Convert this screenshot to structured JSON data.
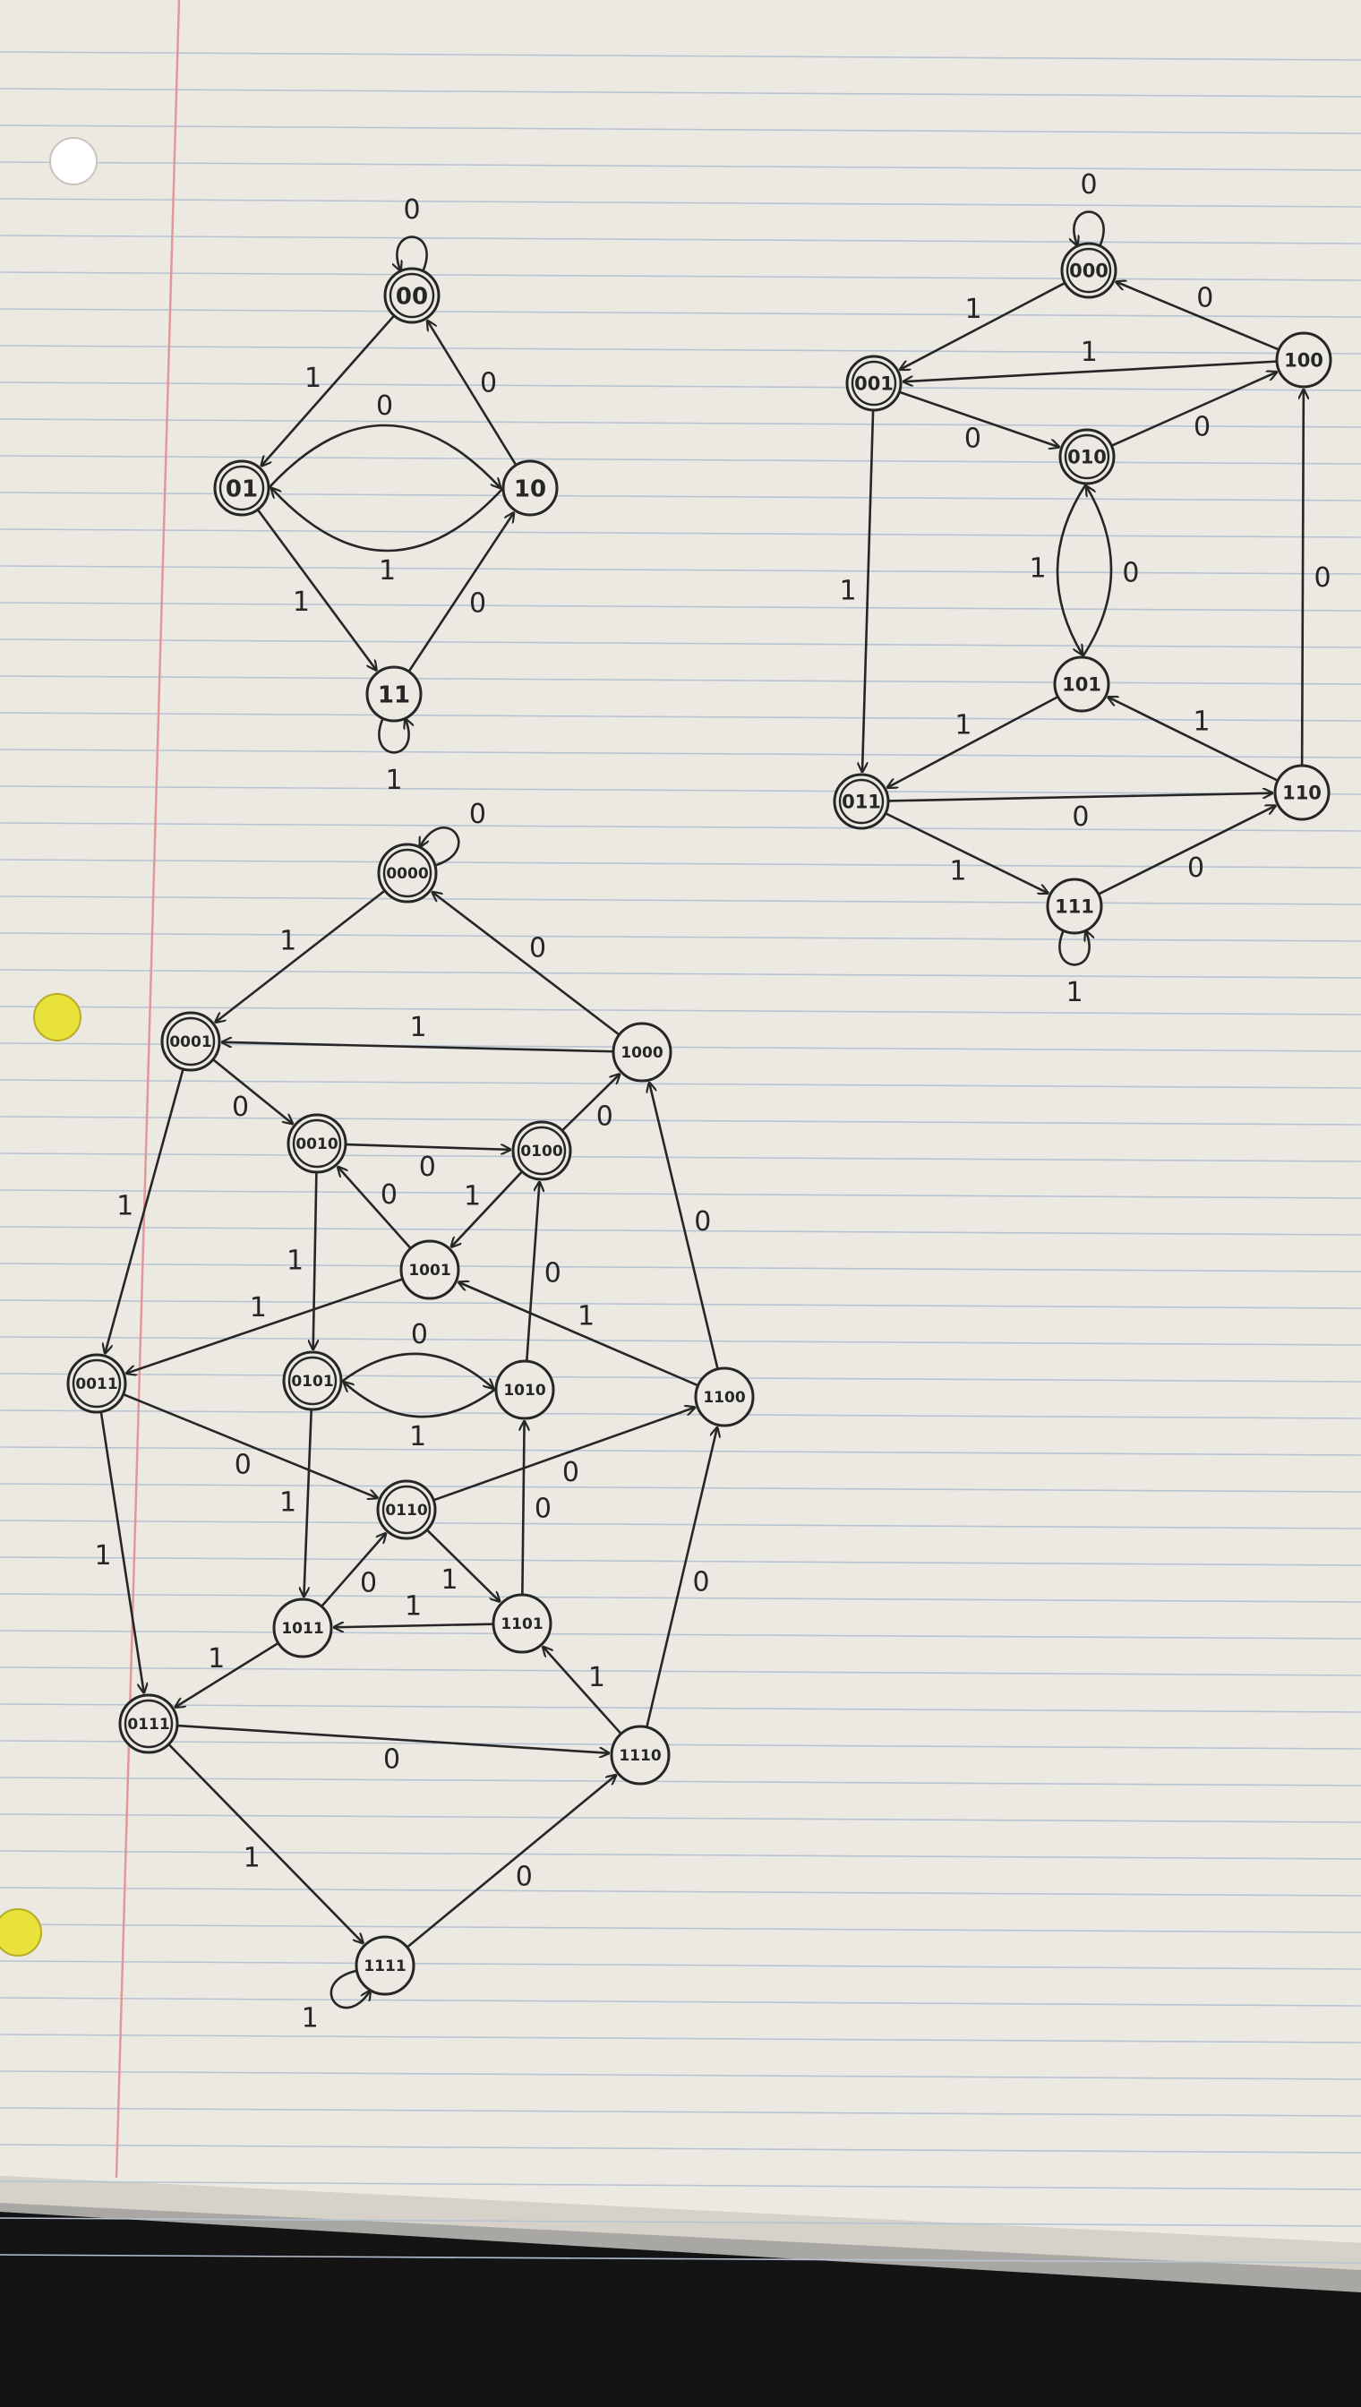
{
  "colors": {
    "paper": "#ece9e2",
    "rule_line": "#b7c3d3",
    "margin_line": "#e3979b",
    "ink": "#262626",
    "desk": "#a9a7a3",
    "shadow": "#141414"
  },
  "diagrams": [
    {
      "nodes": [
        {
          "id": "00",
          "label": "00",
          "accept": true
        },
        {
          "id": "01",
          "label": "01",
          "accept": true
        },
        {
          "id": "10",
          "label": "10",
          "accept": false
        },
        {
          "id": "11",
          "label": "11",
          "accept": false
        }
      ],
      "edges": [
        {
          "from": "00",
          "to": "00",
          "label": "0"
        },
        {
          "from": "00",
          "to": "01",
          "label": "1"
        },
        {
          "from": "10",
          "to": "01",
          "label": "1"
        },
        {
          "from": "01",
          "to": "10",
          "label": "0"
        },
        {
          "from": "10",
          "to": "00",
          "label": "0"
        },
        {
          "from": "01",
          "to": "11",
          "label": "1"
        },
        {
          "from": "11",
          "to": "10",
          "label": "0"
        },
        {
          "from": "11",
          "to": "11",
          "label": "1"
        }
      ]
    },
    {
      "nodes": [
        {
          "id": "000",
          "label": "000",
          "accept": true
        },
        {
          "id": "001",
          "label": "001",
          "accept": true
        },
        {
          "id": "010",
          "label": "010",
          "accept": true
        },
        {
          "id": "011",
          "label": "011",
          "accept": true
        },
        {
          "id": "100",
          "label": "100",
          "accept": false
        },
        {
          "id": "101",
          "label": "101",
          "accept": false
        },
        {
          "id": "110",
          "label": "110",
          "accept": false
        },
        {
          "id": "111",
          "label": "111",
          "accept": false
        }
      ],
      "edges": [
        {
          "from": "000",
          "to": "000",
          "label": "0"
        },
        {
          "from": "000",
          "to": "001",
          "label": "1"
        },
        {
          "from": "100",
          "to": "000",
          "label": "0"
        },
        {
          "from": "100",
          "to": "001",
          "label": "1"
        },
        {
          "from": "001",
          "to": "010",
          "label": "0"
        },
        {
          "from": "010",
          "to": "100",
          "label": "0"
        },
        {
          "from": "010",
          "to": "101",
          "label": "1"
        },
        {
          "from": "101",
          "to": "010",
          "label": "0"
        },
        {
          "from": "001",
          "to": "011",
          "label": "1"
        },
        {
          "from": "101",
          "to": "011",
          "label": "1"
        },
        {
          "from": "110",
          "to": "101",
          "label": "1"
        },
        {
          "from": "011",
          "to": "110",
          "label": "0"
        },
        {
          "from": "110",
          "to": "100",
          "label": "0"
        },
        {
          "from": "011",
          "to": "111",
          "label": "1"
        },
        {
          "from": "111",
          "to": "110",
          "label": "0"
        },
        {
          "from": "111",
          "to": "111",
          "label": "1"
        }
      ]
    },
    {
      "nodes": [
        {
          "id": "0000",
          "label": "0000",
          "accept": true
        },
        {
          "id": "0001",
          "label": "0001",
          "accept": true
        },
        {
          "id": "0010",
          "label": "0010",
          "accept": true
        },
        {
          "id": "0011",
          "label": "0011",
          "accept": true
        },
        {
          "id": "0100",
          "label": "0100",
          "accept": true
        },
        {
          "id": "0101",
          "label": "0101",
          "accept": true
        },
        {
          "id": "0110",
          "label": "0110",
          "accept": true
        },
        {
          "id": "0111",
          "label": "0111",
          "accept": true
        },
        {
          "id": "1000",
          "label": "1000",
          "accept": false
        },
        {
          "id": "1001",
          "label": "1001",
          "accept": false
        },
        {
          "id": "1010",
          "label": "1010",
          "accept": false
        },
        {
          "id": "1011",
          "label": "1011",
          "accept": false
        },
        {
          "id": "1100",
          "label": "1100",
          "accept": false
        },
        {
          "id": "1101",
          "label": "1101",
          "accept": false
        },
        {
          "id": "1110",
          "label": "1110",
          "accept": false
        },
        {
          "id": "1111",
          "label": "1111",
          "accept": false
        }
      ],
      "edges": [
        {
          "from": "0000",
          "to": "0000",
          "label": "0"
        },
        {
          "from": "0000",
          "to": "0001",
          "label": "1"
        },
        {
          "from": "1000",
          "to": "0000",
          "label": "0"
        },
        {
          "from": "1000",
          "to": "0001",
          "label": "1"
        },
        {
          "from": "0001",
          "to": "0010",
          "label": "0"
        },
        {
          "from": "0010",
          "to": "0100",
          "label": "0"
        },
        {
          "from": "0100",
          "to": "1000",
          "label": "0"
        },
        {
          "from": "1001",
          "to": "0010",
          "label": "0"
        },
        {
          "from": "0100",
          "to": "1001",
          "label": "1"
        },
        {
          "from": "0001",
          "to": "0011",
          "label": "1"
        },
        {
          "from": "1001",
          "to": "0011",
          "label": "1"
        },
        {
          "from": "0010",
          "to": "0101",
          "label": "1"
        },
        {
          "from": "1100",
          "to": "1001",
          "label": "1"
        },
        {
          "from": "1010",
          "to": "0100",
          "label": "0"
        },
        {
          "from": "0101",
          "to": "1010",
          "label": "0"
        },
        {
          "from": "1010",
          "to": "0101",
          "label": "1"
        },
        {
          "from": "1100",
          "to": "1000",
          "label": "0"
        },
        {
          "from": "0011",
          "to": "0110",
          "label": "0"
        },
        {
          "from": "0110",
          "to": "1100",
          "label": "0"
        },
        {
          "from": "0101",
          "to": "1011",
          "label": "1"
        },
        {
          "from": "1011",
          "to": "0110",
          "label": "0"
        },
        {
          "from": "0110",
          "to": "1101",
          "label": "1"
        },
        {
          "from": "1101",
          "to": "1010",
          "label": "0"
        },
        {
          "from": "1101",
          "to": "1011",
          "label": "1"
        },
        {
          "from": "1110",
          "to": "1100",
          "label": "0"
        },
        {
          "from": "0011",
          "to": "0111",
          "label": "1"
        },
        {
          "from": "1011",
          "to": "0111",
          "label": "1"
        },
        {
          "from": "1110",
          "to": "1101",
          "label": "1"
        },
        {
          "from": "0111",
          "to": "1110",
          "label": "0"
        },
        {
          "from": "0111",
          "to": "1111",
          "label": "1"
        },
        {
          "from": "1111",
          "to": "1110",
          "label": "0"
        },
        {
          "from": "1111",
          "to": "1111",
          "label": "1"
        }
      ]
    }
  ]
}
